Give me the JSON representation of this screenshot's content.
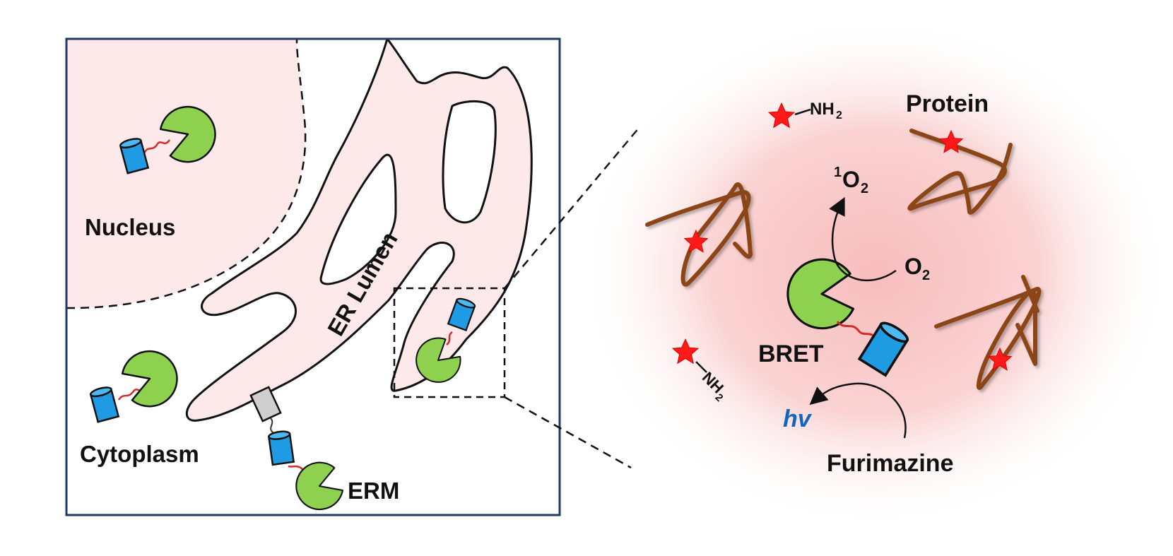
{
  "labels": {
    "nucleus": "Nucleus",
    "cytoplasm": "Cytoplasm",
    "er_lumen": "ER Lumen",
    "erm": "ERM",
    "protein": "Protein",
    "singlet_oxygen_sup": "1",
    "singlet_oxygen_o": "O",
    "singlet_oxygen_sub": "2",
    "oxygen_o": "O",
    "oxygen_sub": "2",
    "bret": "BRET",
    "hv": "hv",
    "furimazine": "Furimazine",
    "amine_top_nh": "NH",
    "amine_top_sub": "2",
    "amine_bottom_nh": "NH",
    "amine_bottom_sub": "2"
  },
  "colors": {
    "panel_border": "#1f3864",
    "er_fill": "#fde9e9",
    "glow": "#f7b9b9",
    "pacman": "#8dd14f",
    "cylinder": "#1e9be3",
    "linker": "#d62a2a",
    "protein_chain": "#8b4513",
    "star": "#ff1a1a",
    "tag": "#cfcfcf",
    "hv_text": "#1565c0"
  },
  "icons": [
    "pacman-icon",
    "cylinder-icon",
    "star-icon",
    "arrow-icon"
  ]
}
